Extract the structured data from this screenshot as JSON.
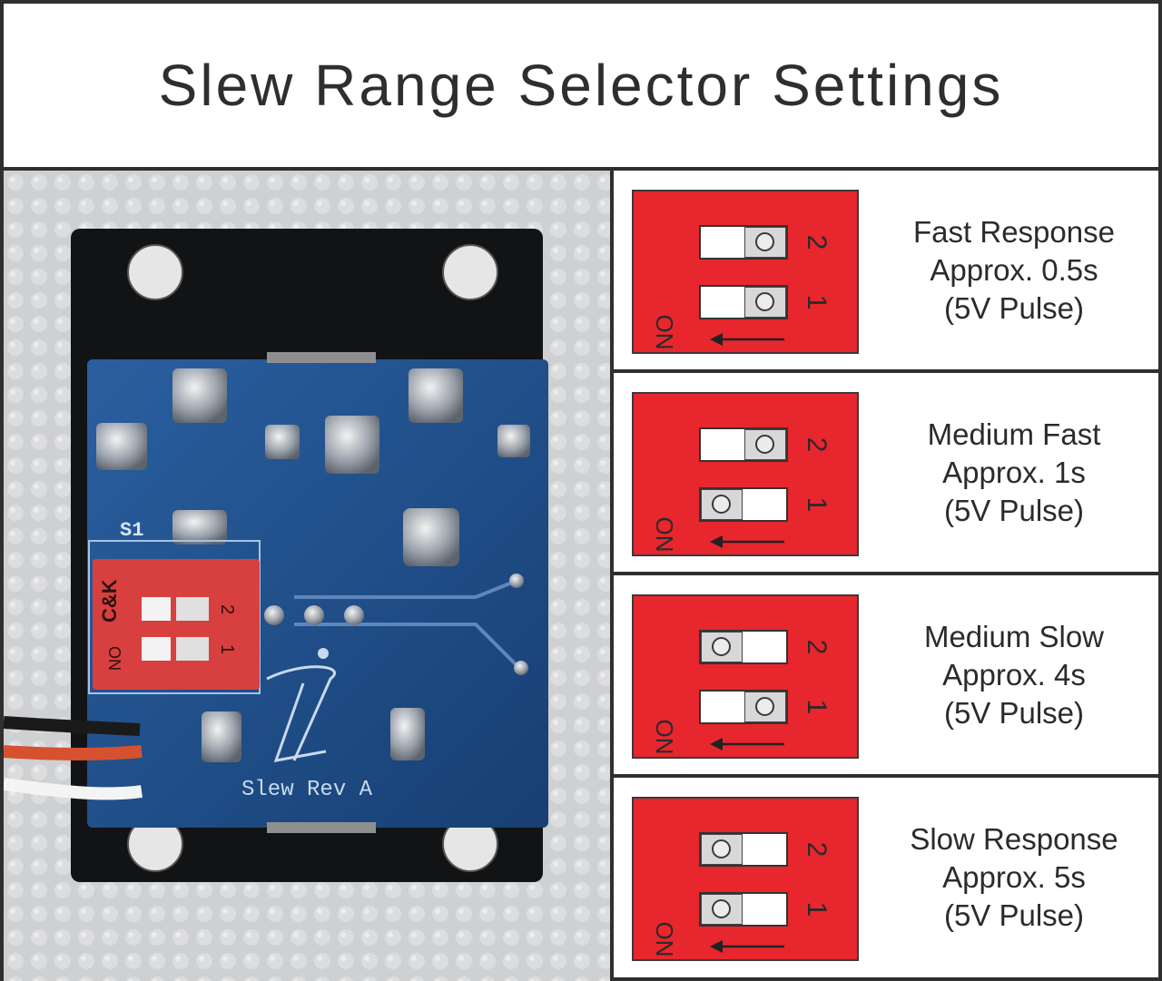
{
  "title": "Slew Range Selector Settings",
  "photo": {
    "board_label": "Slew Rev A",
    "switch_ref": "S1",
    "switch_numbers": [
      "1",
      "2"
    ],
    "switch_on_label": "ON",
    "switch_brand": "C&K"
  },
  "settings": [
    {
      "line1": "Fast Response",
      "line2": "Approx. 0.5s",
      "line3": "(5V Pulse)",
      "switch2_position": "off",
      "switch1_position": "off",
      "number2": "2",
      "number1": "1",
      "on_label": "ON"
    },
    {
      "line1": "Medium Fast",
      "line2": "Approx. 1s",
      "line3": "(5V Pulse)",
      "switch2_position": "off",
      "switch1_position": "on",
      "number2": "2",
      "number1": "1",
      "on_label": "ON"
    },
    {
      "line1": "Medium Slow",
      "line2": "Approx. 4s",
      "line3": "(5V Pulse)",
      "switch2_position": "on",
      "switch1_position": "off",
      "number2": "2",
      "number1": "1",
      "on_label": "ON"
    },
    {
      "line1": "Slow Response",
      "line2": "Approx. 5s",
      "line3": "(5V Pulse)",
      "switch2_position": "on",
      "switch1_position": "on",
      "number2": "2",
      "number1": "1",
      "on_label": "ON"
    }
  ],
  "colors": {
    "dip_red": "#e7262d",
    "pcb_blue": "#1e4f8c",
    "border": "#2f2f2f",
    "switch_body_red": "#d8403f"
  }
}
